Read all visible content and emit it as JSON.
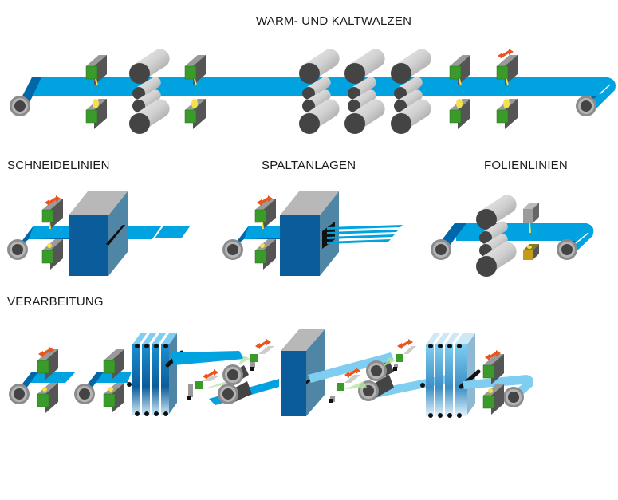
{
  "diagram": {
    "sections": [
      {
        "id": "hot-cold-rolling",
        "title": "WARM- UND KALTWALZEN"
      },
      {
        "id": "cutting-lines",
        "title": "SCHNEIDELINIEN"
      },
      {
        "id": "slitting-lines",
        "title": "SPALTANLAGEN"
      },
      {
        "id": "foil-lines",
        "title": "FOLIENLINIEN"
      },
      {
        "id": "processing",
        "title": "VERARBEITUNG"
      }
    ],
    "colors": {
      "strip": "#00a3e0",
      "strip_light": "#7fcdf0",
      "strip_dark": "#0067a8",
      "sensor_green": "#3a9a2a",
      "sensor_gray": "#4a4a4a",
      "roller_dark": "#444444",
      "roller_light": "#d8d8d8",
      "machine_front": "#0b5c9a",
      "machine_side": "#4f86a6",
      "machine_top": "#b8b8b8",
      "arrow_orange": "#e8551e",
      "beam_yellow": "#f3e24a"
    },
    "icons": {
      "coil": "coil-icon",
      "roll_stand": "roll-stand-icon",
      "thickness_gauge": "thickness-gauge-icon",
      "adjust_arrow": "adjust-arrow-icon",
      "cutting_machine": "cutting-machine-icon",
      "laser_sensor": "laser-sensor-icon"
    }
  }
}
